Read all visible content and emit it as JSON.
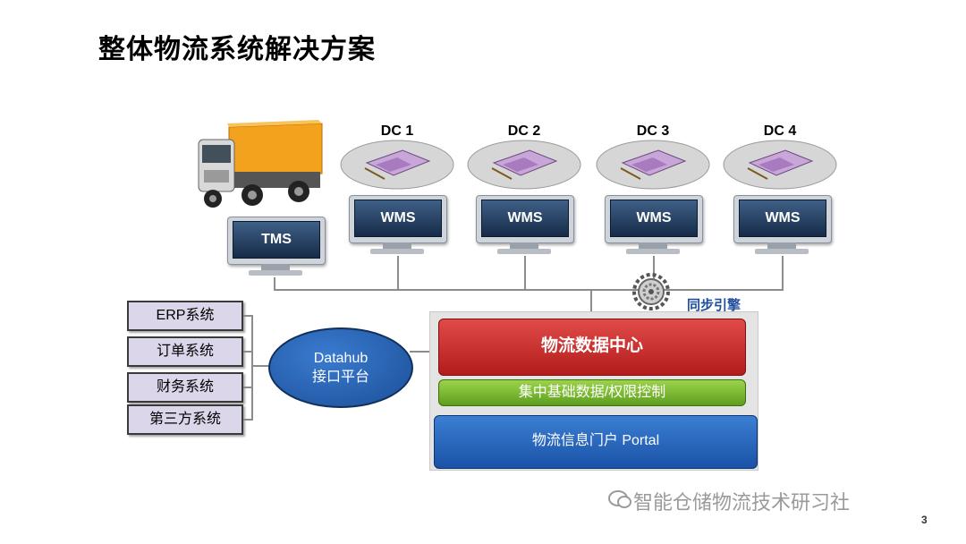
{
  "title": "整体物流系统解决方案",
  "dcs": [
    {
      "label": "DC 1",
      "system": "WMS"
    },
    {
      "label": "DC 2",
      "system": "WMS"
    },
    {
      "label": "DC 3",
      "system": "WMS"
    },
    {
      "label": "DC 4",
      "system": "WMS"
    }
  ],
  "tms": "TMS",
  "sync_engine": "同步引擎",
  "systems": [
    "ERP系统",
    "订单系统",
    "财务系统",
    "第三方系统"
  ],
  "datahub": {
    "line1": "Datahub",
    "line2": "接口平台"
  },
  "center": {
    "data_center": "物流数据中心",
    "base_data": "集中基础数据/权限控制",
    "portal": "物流信息门户  Portal"
  },
  "watermark": "智能仓储物流技术研习社",
  "page_number": "3",
  "colors": {
    "red_bar": "#c0302e",
    "green_bar": "#7cbd30",
    "blue_bar": "#2a67bd",
    "datahub": "#2560b4",
    "system_box": "#dcd6ea"
  }
}
